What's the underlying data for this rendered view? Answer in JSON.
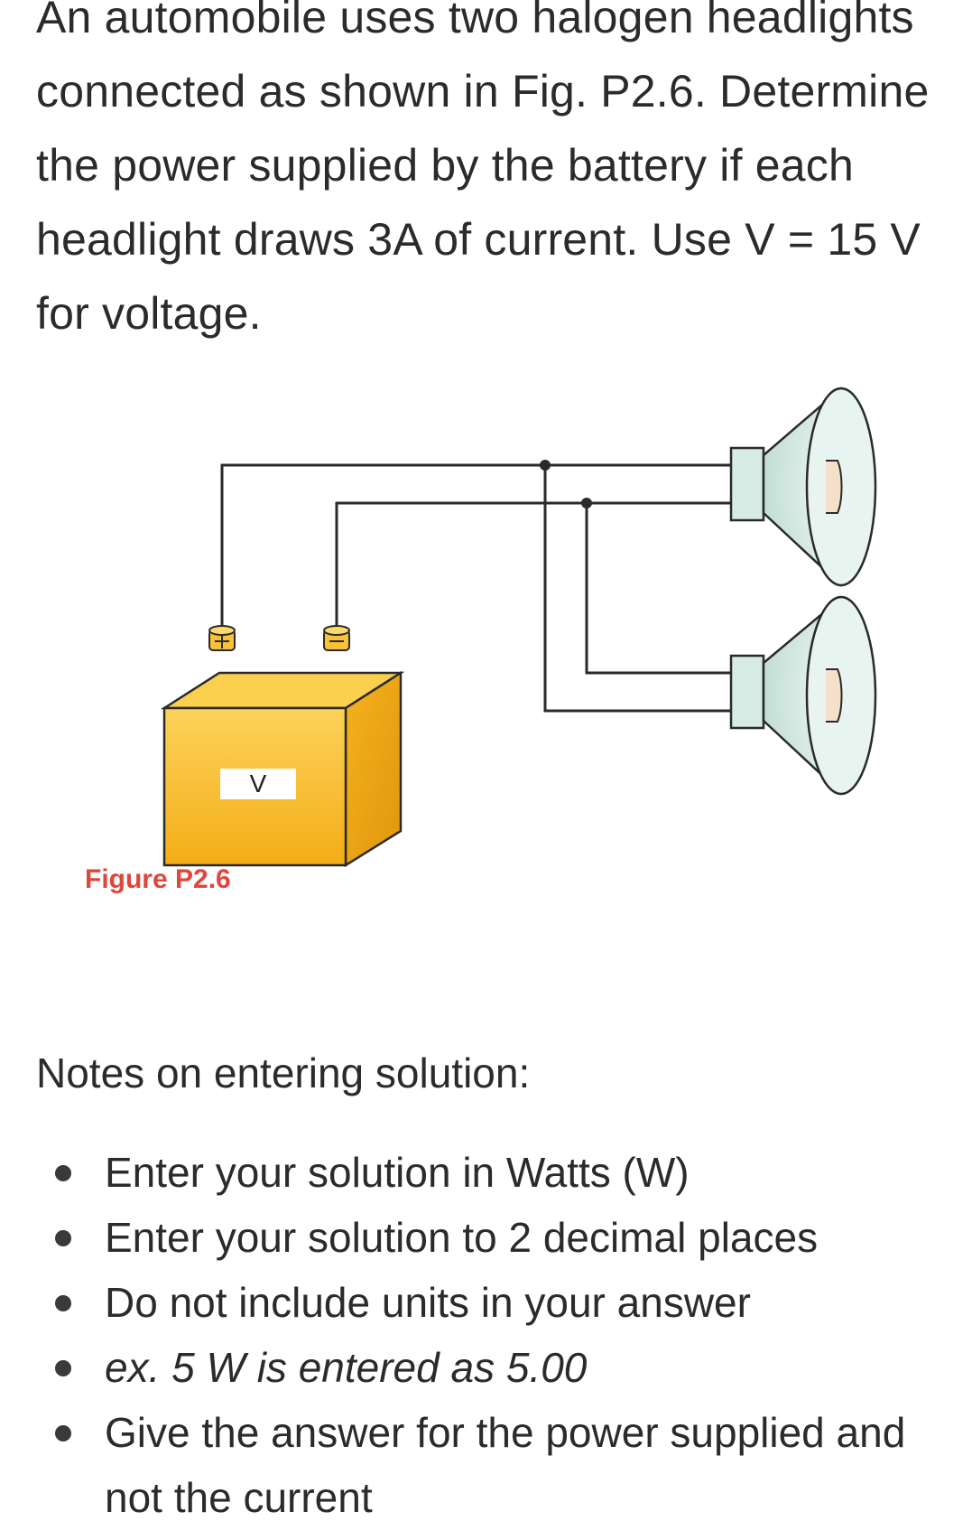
{
  "question": {
    "text": "An automobile uses two halogen headlights connected as shown in Fig. P2.6. Determine the power supplied by the battery if each headlight draws 3A of current. Use V = 15 V for voltage."
  },
  "figure": {
    "battery_label": "V",
    "caption": "Figure P2.6",
    "colors": {
      "battery": "#f5b822",
      "battery_side": "#e39d12",
      "battery_top": "#fbd04f",
      "lamp": "#d8ece6",
      "caption": "#e0463a",
      "wire": "#2a2a2a"
    }
  },
  "notes": {
    "heading": "Notes on entering solution:",
    "items": [
      {
        "text": "Enter your solution in Watts (W)",
        "italic": false
      },
      {
        "text": "Enter your solution to 2 decimal places",
        "italic": false
      },
      {
        "text": "Do not include units in your answer",
        "italic": false
      },
      {
        "text": "ex. 5 W is entered as 5.00",
        "italic": true
      },
      {
        "text": "Give the answer for the power supplied and not the current",
        "italic": false
      }
    ]
  }
}
